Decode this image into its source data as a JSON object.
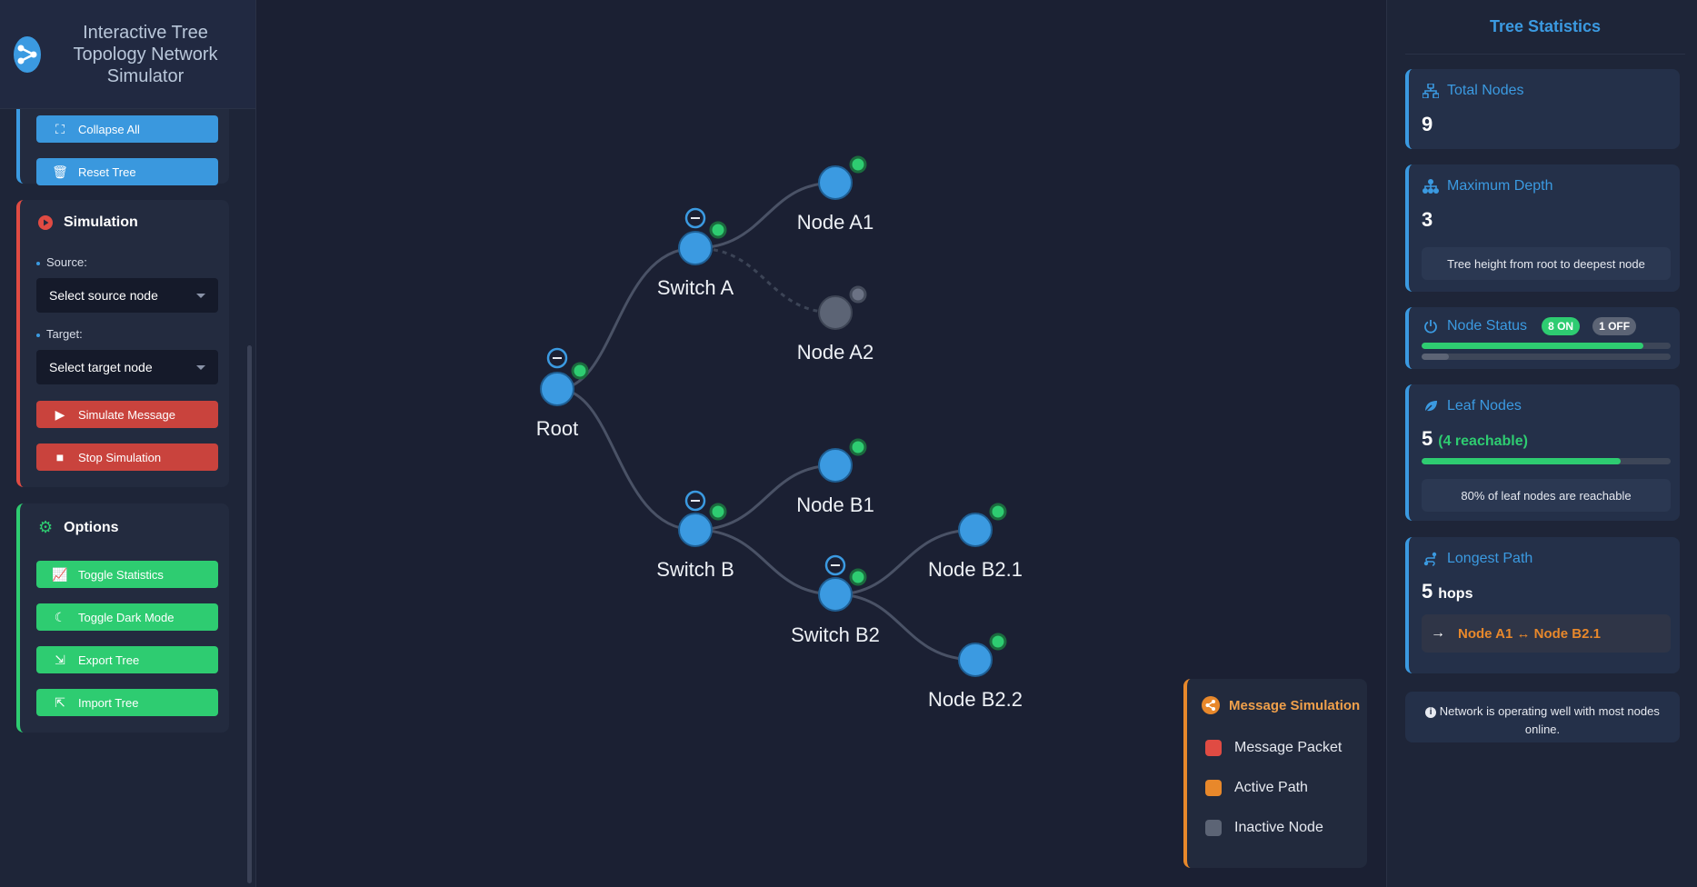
{
  "app": {
    "title_line1": "Interactive Tree",
    "title_line2": "Topology Network",
    "title_line3": "Simulator"
  },
  "controls": {
    "collapse_all": "Collapse All",
    "reset_tree": "Reset Tree"
  },
  "simulation": {
    "heading": "Simulation",
    "source_label": "Source:",
    "source_value": "Select source node",
    "target_label": "Target:",
    "target_value": "Select target node",
    "simulate_button": "Simulate Message",
    "stop_button": "Stop Simulation"
  },
  "options": {
    "heading": "Options",
    "toggle_statistics": "Toggle Statistics",
    "toggle_dark_mode": "Toggle Dark Mode",
    "export_tree": "Export Tree",
    "import_tree": "Import Tree"
  },
  "tree": {
    "nodes": {
      "root": "Root",
      "switch_a": "Switch A",
      "node_a1": "Node A1",
      "node_a2": "Node A2",
      "switch_b": "Switch B",
      "node_b1": "Node B1",
      "switch_b2": "Switch B2",
      "node_b21": "Node B2.1",
      "node_b22": "Node B2.2"
    },
    "status": {
      "root": "on",
      "switch_a": "on",
      "node_a1": "on",
      "node_a2": "off",
      "switch_b": "on",
      "node_b1": "on",
      "switch_b2": "on",
      "node_b21": "on",
      "node_b22": "on"
    }
  },
  "legend": {
    "heading": "Message Simulation",
    "items": [
      "Message Packet",
      "Active Path",
      "Inactive Node"
    ]
  },
  "stats": {
    "title": "Tree Statistics",
    "total_nodes_label": "Total Nodes",
    "total_nodes_value": "9",
    "max_depth_label": "Maximum Depth",
    "max_depth_value": "3",
    "max_depth_note": "Tree height from root to deepest node",
    "node_status_label": "Node Status",
    "on_badge": "8 ON",
    "off_badge": "1 OFF",
    "on_fraction": 0.89,
    "off_fraction": 0.11,
    "leaf_nodes_label": "Leaf Nodes",
    "leaf_nodes_value": "5",
    "leaf_reachable": "(4 reachable)",
    "leaf_fraction": 0.8,
    "leaf_note": "80% of leaf nodes are reachable",
    "longest_path_label": "Longest Path",
    "longest_path_value": "5",
    "longest_path_unit": "hops",
    "longest_path_route": "Node A1 ↔ Node B2.1",
    "info": "Network is operating well with most nodes online."
  },
  "colors": {
    "accent_blue": "#3b9ae1",
    "danger_red": "#c9433d",
    "success_green": "#2ecc71",
    "warning_orange": "#e8882b",
    "inactive_gray": "#5c6475"
  }
}
